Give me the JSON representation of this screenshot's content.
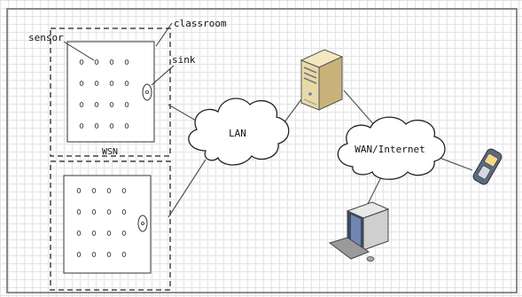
{
  "labels": {
    "sensor": "sensor",
    "classroom": "classroom",
    "sink": "sink",
    "wsn": "WSN",
    "lan": "LAN",
    "wan": "WAN/Internet"
  },
  "sensor_grid": {
    "rows": 4,
    "cols": 4
  },
  "colors": {
    "line": "#555555",
    "server_body": "#e8d9a8",
    "server_side": "#c9b27a",
    "pc_screen": "#3a4a66",
    "phone_body": "#5a6a80",
    "phone_screen": "#f2d98a"
  }
}
